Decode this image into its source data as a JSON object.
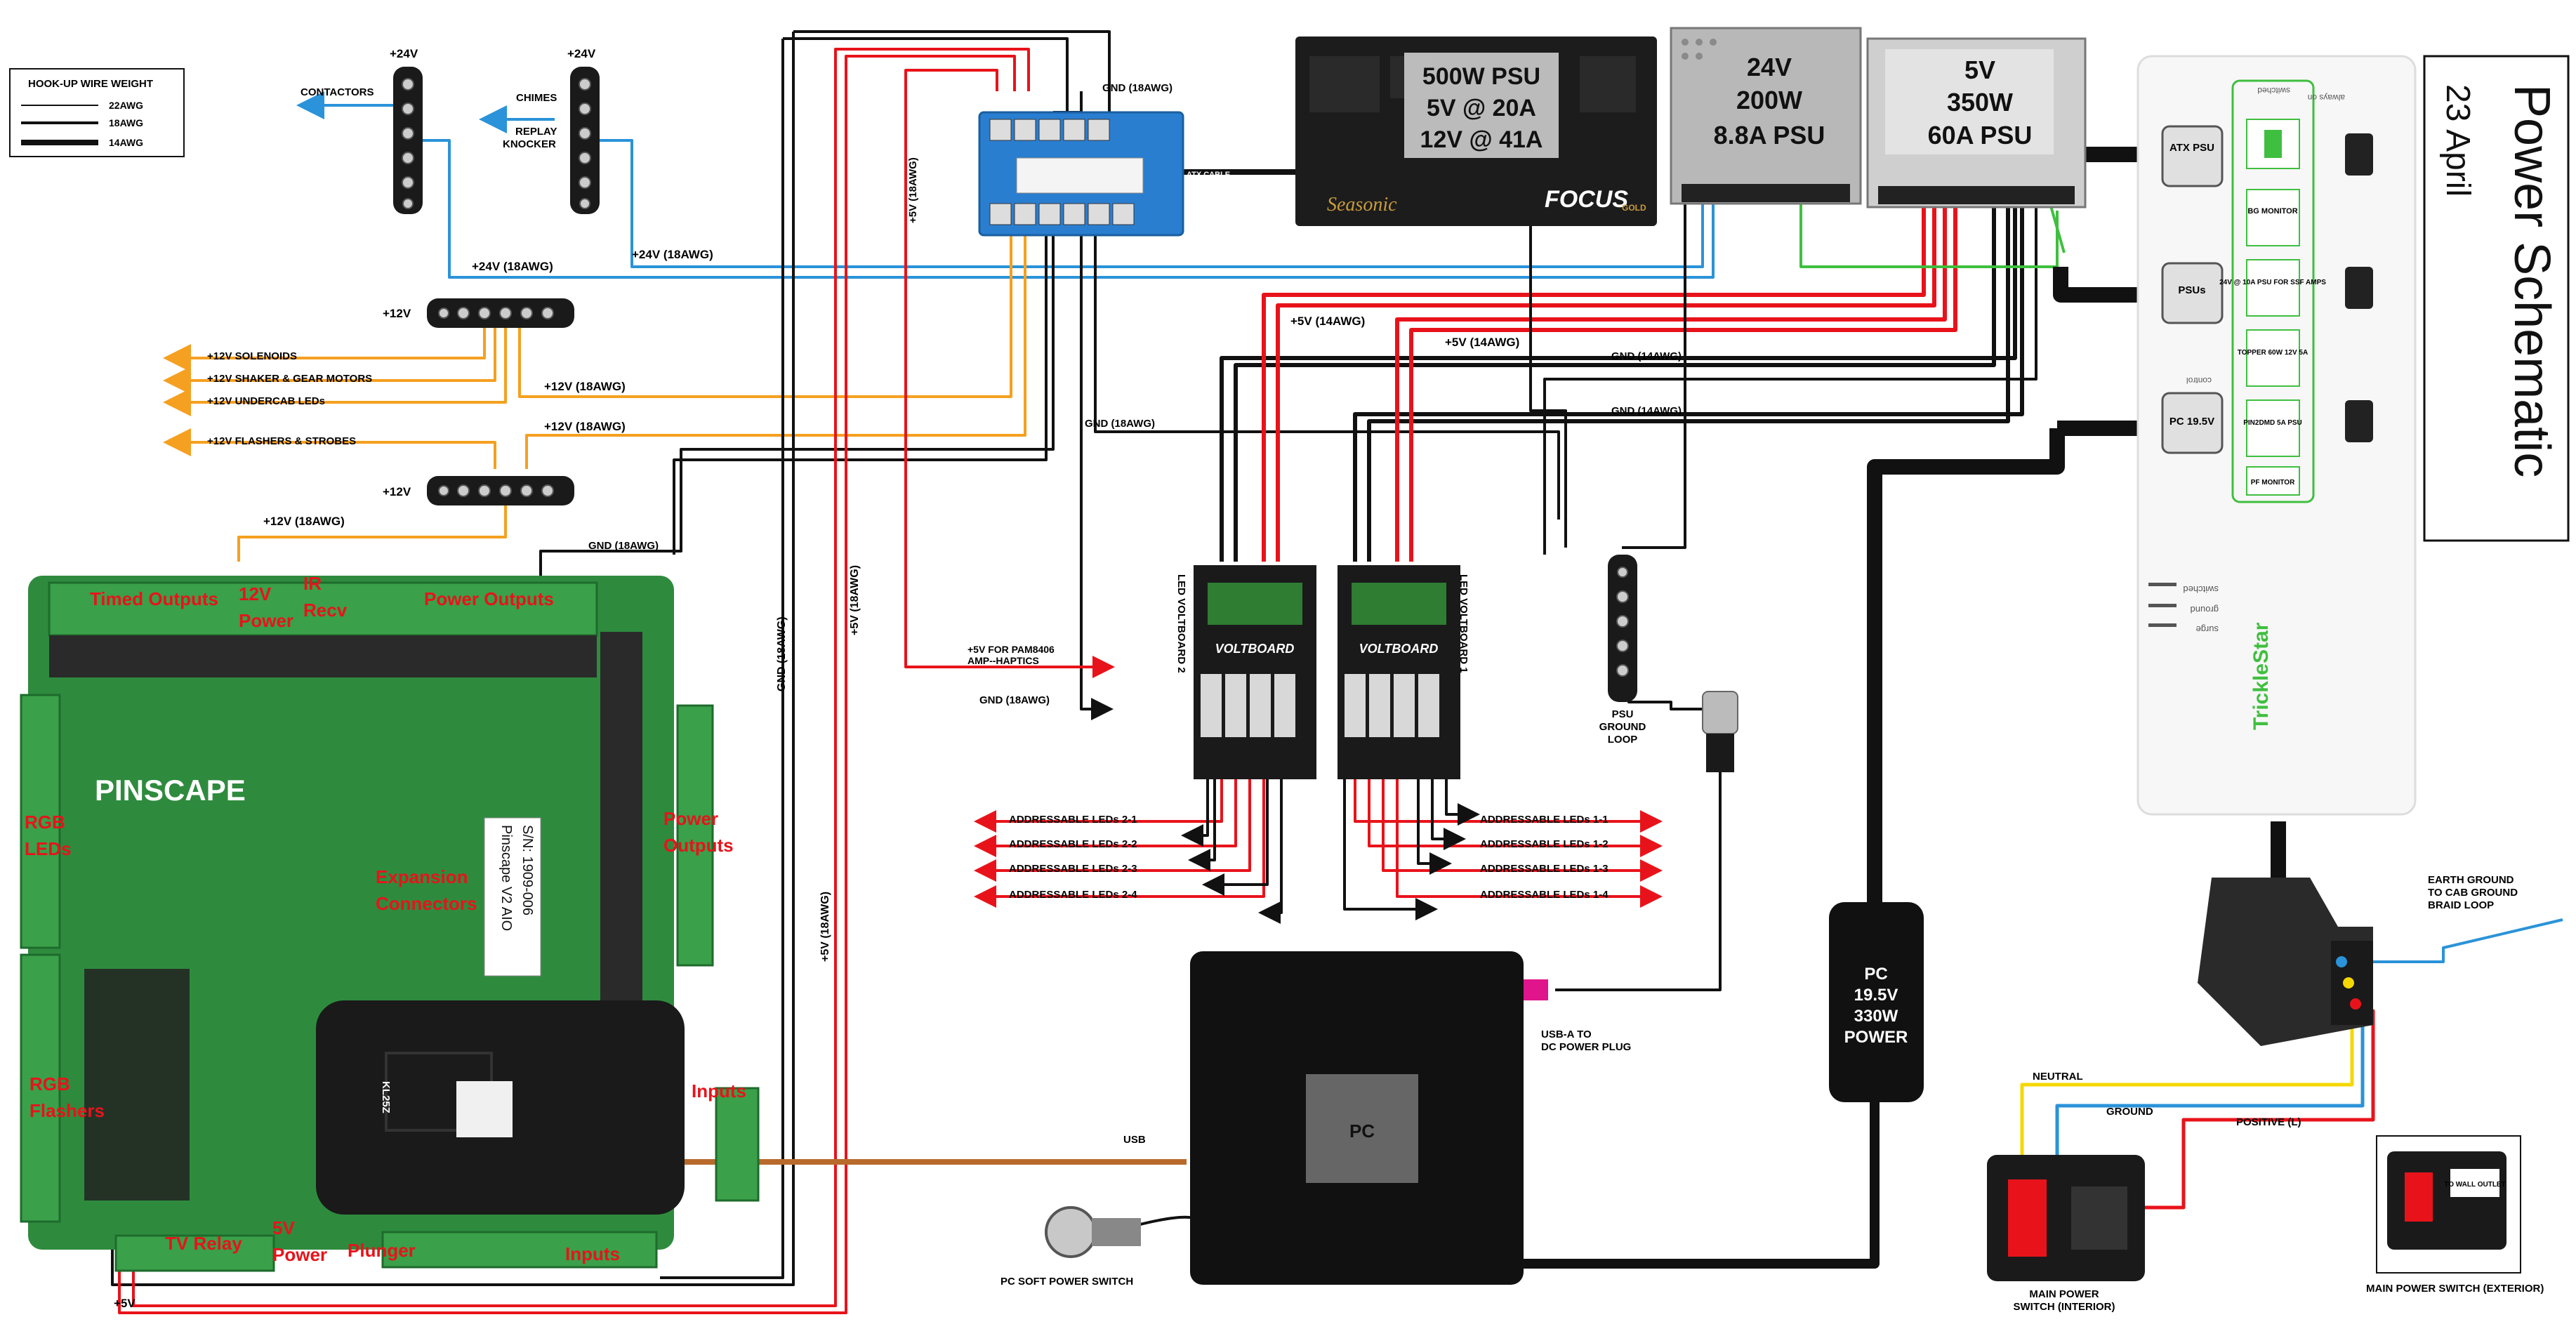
{
  "title": {
    "main": "Power Schematic",
    "date": "23 April"
  },
  "legend": {
    "heading": "HOOK-UP WIRE WEIGHT",
    "rows": [
      "22AWG",
      "18AWG",
      "14AWG"
    ]
  },
  "colors": {
    "red": "#e8131a",
    "black": "#111111",
    "orange": "#f5a020",
    "blue": "#2a93d9",
    "green": "#3fbf3f",
    "yellow": "#f5d800",
    "brown": "#b86a2c",
    "pcb": "#2e8b3e",
    "magenta": "#e0158c"
  },
  "rails": {
    "v24": "+24V",
    "v12": "+12V"
  },
  "labels_24v": {
    "contactors": "CONTACTORS",
    "chimes": "CHIMES",
    "replay1": "REPLAY",
    "replay2": "KNOCKER",
    "wire_a": "+24V (18AWG)",
    "wire_b": "+24V (18AWG)"
  },
  "labels_12v": {
    "solenoids": "+12V SOLENOIDS",
    "shaker": "+12V SHAKER & GEAR MOTORS",
    "undercab": "+12V UNDERCAB LEDs",
    "flashers": "+12V FLASHERS & STROBES",
    "wire_a": "+12V (18AWG)",
    "wire_b": "+12V (18AWG)",
    "wire_c": "+12V (18AWG)"
  },
  "wires": {
    "gnd_atx": "GND (18AWG)",
    "gnd_vert": "GND (18AWG)",
    "gnd_pcb": "GND (18AWG)",
    "gnd_mid": "GND (18AWG)",
    "gnd_r1": "GND (14AWG)",
    "gnd_r2": "GND (14AWG)",
    "v5_1": "+5V (14AWG)",
    "v5_2": "+5V (14AWG)",
    "v5_vert1": "+5V (18AWG)",
    "v5_vert2": "+5V (18AWG)",
    "v5_vert3": "+5V (18AWG)",
    "v5_bottom": "+5V",
    "pam1": "+5V FOR PAM8406",
    "pam2": "AMP--HAPTICS",
    "gnd_arrow": "GND (18AWG)",
    "atx_cable": "ATX CABLE"
  },
  "psu500": {
    "l1": "500W PSU",
    "l2": "5V @ 20A",
    "l3": "12V @ 41A",
    "brand": "Seasonic",
    "brand2": "FOCUS",
    "gold": "GOLD"
  },
  "psu24": {
    "l1": "24V",
    "l2": "200W",
    "l3": "8.8A PSU"
  },
  "psu5": {
    "l1": "5V",
    "l2": "350W",
    "l3": "60A PSU"
  },
  "strip": {
    "labels": [
      "ATX PSU",
      "PSUs",
      "PC 19.5V"
    ],
    "outlets": [
      "BG MONITOR",
      "24V @ 10A PSU FOR SSF AMPS",
      "TOPPER 60W 12V 5A",
      "PIN2DMD 5A PSU",
      "PF MONITOR"
    ],
    "brand": "TrickleStar",
    "switched": "switched",
    "always": "always on",
    "control": "control",
    "leds": [
      "switched",
      "ground",
      "surge"
    ]
  },
  "voltboard": {
    "b1": "LED VOLTBOARD 1",
    "b2": "LED VOLTBOARD 2",
    "logo": "VOLTBOARD"
  },
  "leds_out": {
    "left": [
      "ADDRESSABLE LEDs 2-1",
      "ADDRESSABLE LEDs 2-2",
      "ADDRESSABLE LEDs 2-3",
      "ADDRESSABLE LEDs 2-4"
    ],
    "right": [
      "ADDRESSABLE LEDs 1-1",
      "ADDRESSABLE LEDs 1-2",
      "ADDRESSABLE LEDs 1-3",
      "ADDRESSABLE LEDs 1-4"
    ]
  },
  "ground_loop": {
    "l1": "PSU",
    "l2": "GROUND",
    "l3": "LOOP"
  },
  "pc": {
    "label": "PC",
    "usb_a1": "USB-A TO",
    "usb_a2": "DC POWER PLUG",
    "usb": "USB",
    "soft": "PC SOFT POWER SWITCH"
  },
  "pc_psu": {
    "l1": "PC",
    "l2": "19.5V",
    "l3": "330W",
    "l4": "POWER"
  },
  "mains": {
    "earth1": "EARTH GROUND",
    "earth2": "TO CAB GROUND",
    "earth3": "BRAID LOOP",
    "neutral": "NEUTRAL",
    "ground": "GROUND",
    "positive": "POSITIVE (L)",
    "int1": "MAIN POWER",
    "int2": "SWITCH (INTERIOR)",
    "ext": "MAIN POWER SWITCH (EXTERIOR)",
    "wall": "TO WALL OUTLET"
  },
  "pinscape": {
    "logo": "PINSCAPE",
    "sticker1": "Pinscape V2 AIO",
    "sticker2": "S/N: 1909-006",
    "kl25z": "KL25Z",
    "labels": [
      "Timed Outputs",
      "12V Power",
      "IR Recv",
      "Power Outputs",
      "RGB LEDs",
      "Expansion Connectors",
      "Power Outputs",
      "RGB Flashers",
      "Inputs",
      "TV Relay",
      "5V Power",
      "Plunger",
      "Inputs"
    ],
    "ir1": "IR",
    "ir2": "Recv",
    "v12a": "12V",
    "v12b": "Power",
    "rgb1": "RGB",
    "rgb2": "LEDs",
    "rgbf1": "RGB",
    "rgbf2": "Flashers",
    "exp1": "Expansion",
    "exp2": "Connectors",
    "po1": "Power",
    "po2": "Outputs",
    "v5a": "5V",
    "v5b": "Power"
  }
}
